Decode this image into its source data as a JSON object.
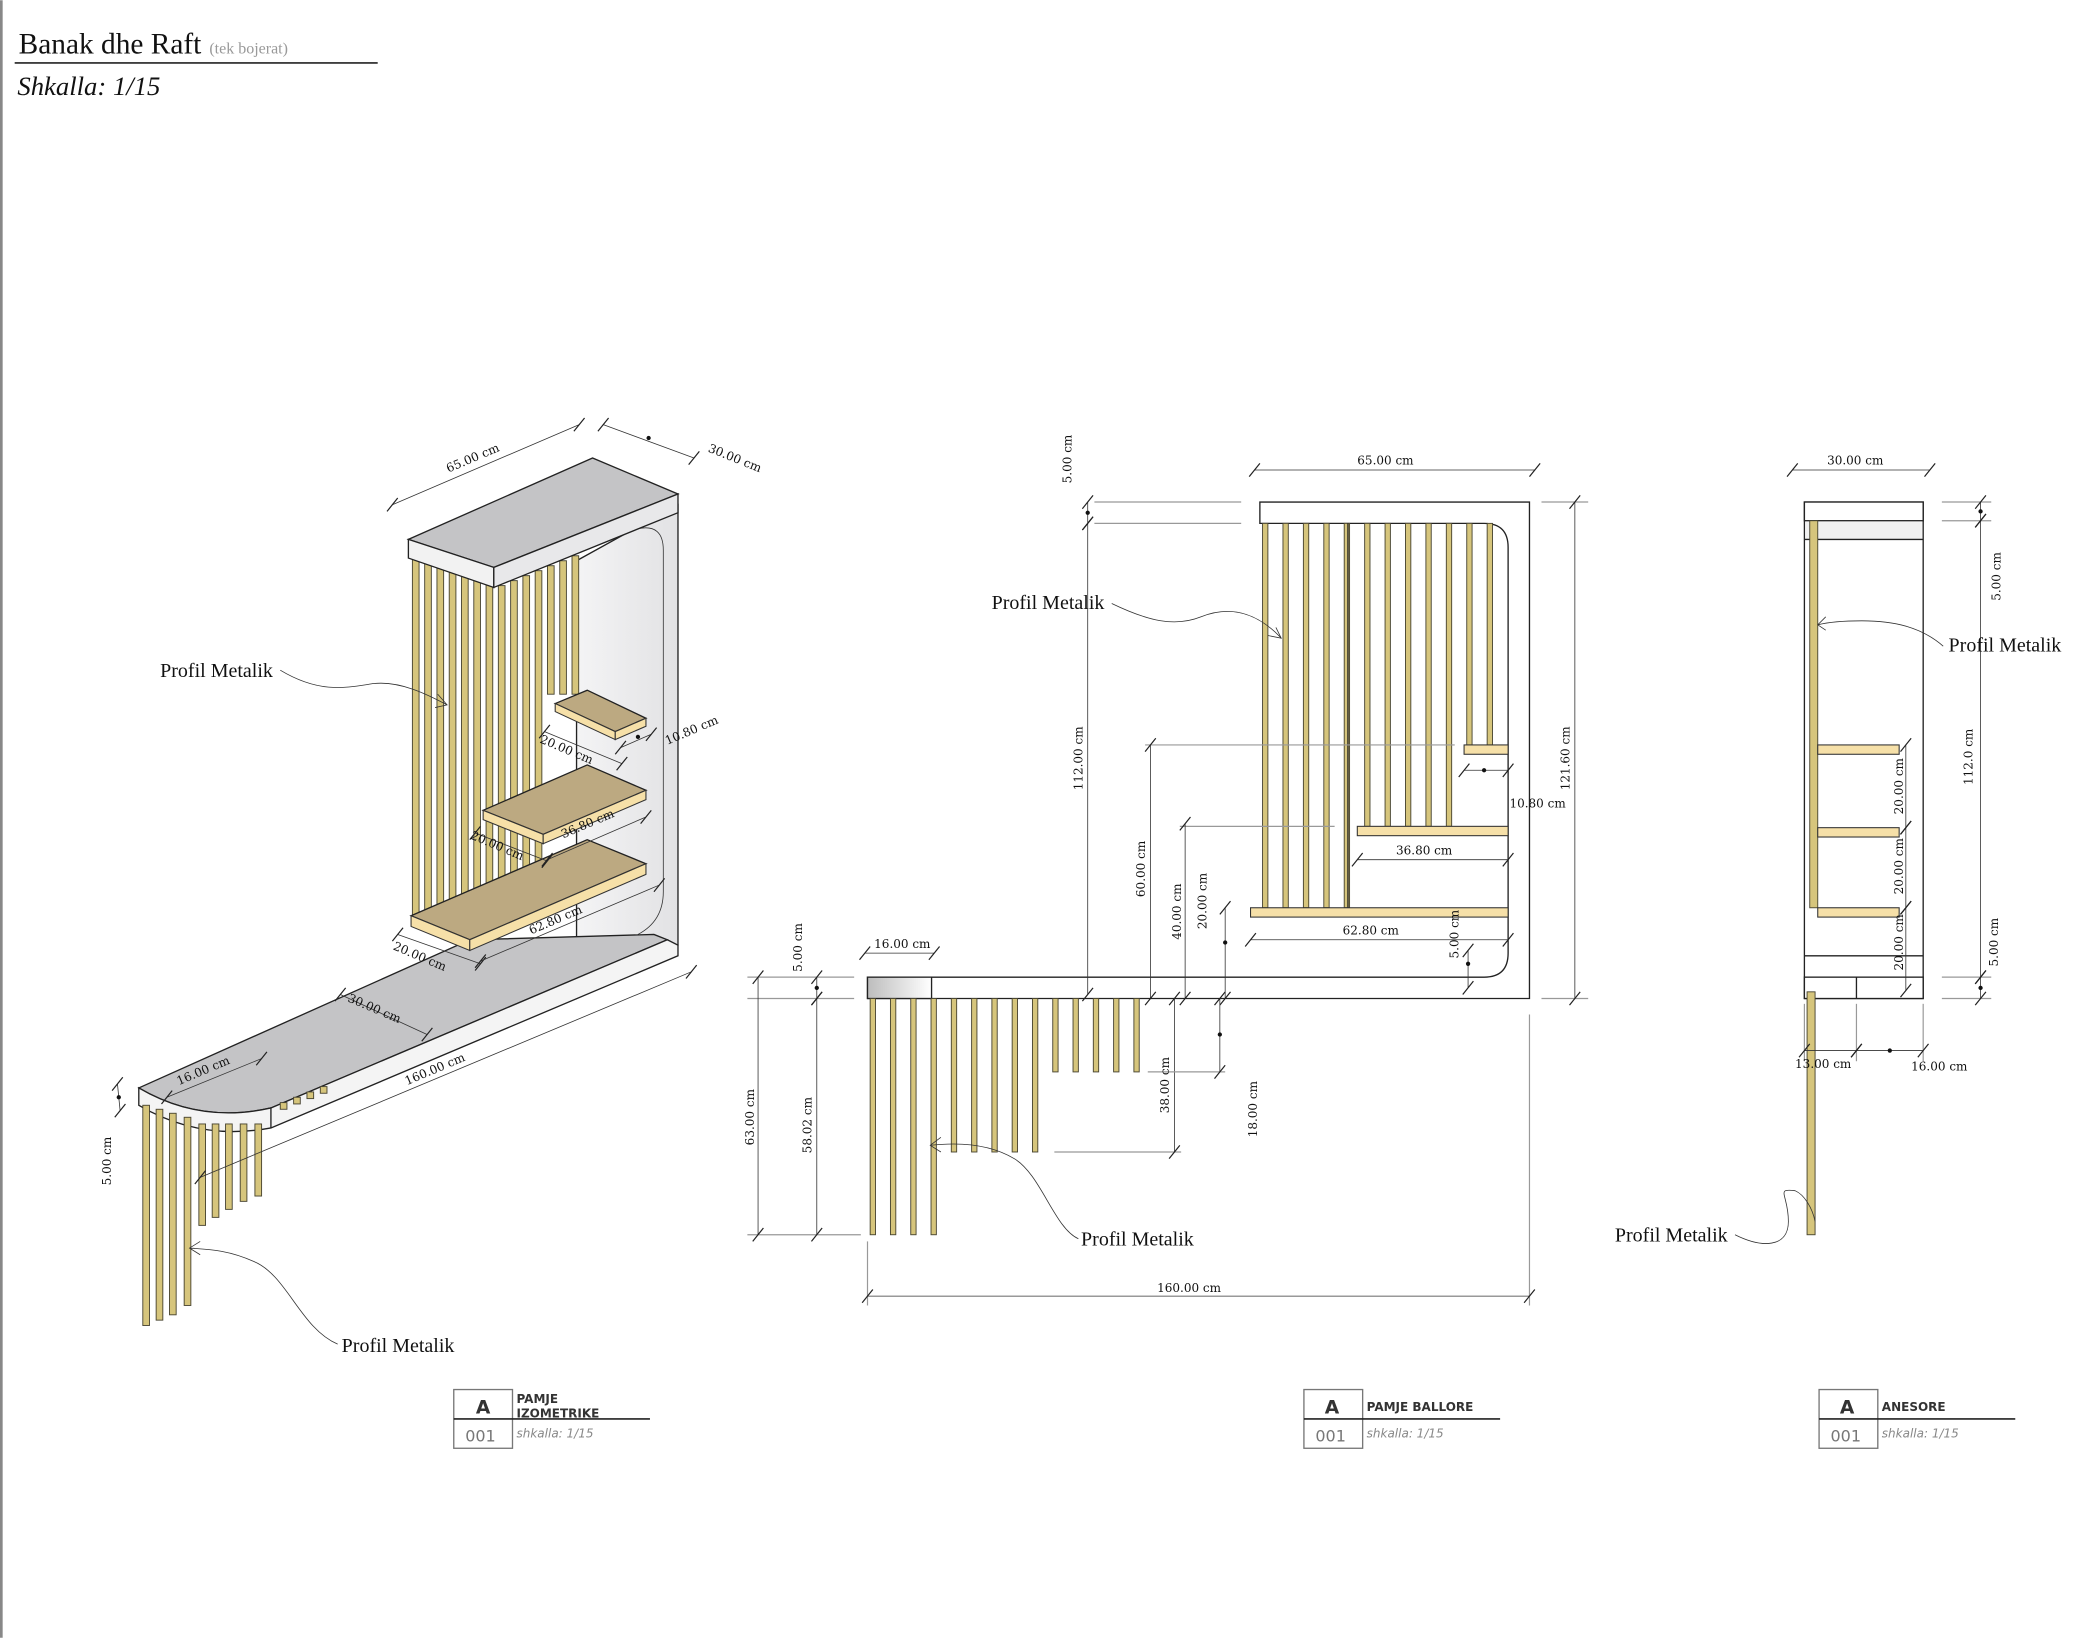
{
  "header": {
    "title": "Banak dhe Raft",
    "subtitle": "(tek bojerat)",
    "scale": "Shkalla: 1/15"
  },
  "colors": {
    "metal_profile": "#d6c57c",
    "shelf": "#f6e0a8",
    "counter_top": "#c4c4c6",
    "wall": "#ececee"
  },
  "iso": {
    "labels": [
      "Profil Metalik",
      "Profil Metalik"
    ],
    "dims": [
      "65.00 cm",
      "30.00 cm",
      "10.80 cm",
      "20.00 cm",
      "36.80 cm",
      "20.00 cm",
      "62.80 cm",
      "20.00 cm",
      "30.00 cm",
      "160.00 cm",
      "16.00 cm",
      "5.00 cm"
    ]
  },
  "front": {
    "labels": [
      "Profil Metalik",
      "Profil Metalik"
    ],
    "dims": [
      "65.00 cm",
      "5.00 cm",
      "112.00 cm",
      "121.60 cm",
      "60.00 cm",
      "40.00 cm",
      "20.00 cm",
      "10.80 cm",
      "36.80 cm",
      "62.80 cm",
      "5.00 cm",
      "16.00 cm",
      "5.00 cm",
      "63.00 cm",
      "58.02 cm",
      "38.00 cm",
      "18.00 cm",
      "160.00 cm"
    ]
  },
  "side": {
    "labels": [
      "Profil Metalik",
      "Profil Metalik"
    ],
    "dims": [
      "30.00 cm",
      "5.00 cm",
      "112.0 cm",
      "5.00 cm",
      "20.00 cm",
      "20.00 cm",
      "20.00 cm",
      "13.00 cm",
      "16.00 cm"
    ]
  },
  "title_blocks": [
    {
      "letter": "A",
      "number": "001",
      "name_line1": "PAMJE",
      "name_line2": "IZOMETRIKE",
      "scale": "shkalla: 1/15"
    },
    {
      "letter": "A",
      "number": "001",
      "name_line1": "PAMJE BALLORE",
      "scale": "shkalla: 1/15"
    },
    {
      "letter": "A",
      "number": "001",
      "name_line1": "ANESORE",
      "scale": "shkalla: 1/15"
    }
  ]
}
